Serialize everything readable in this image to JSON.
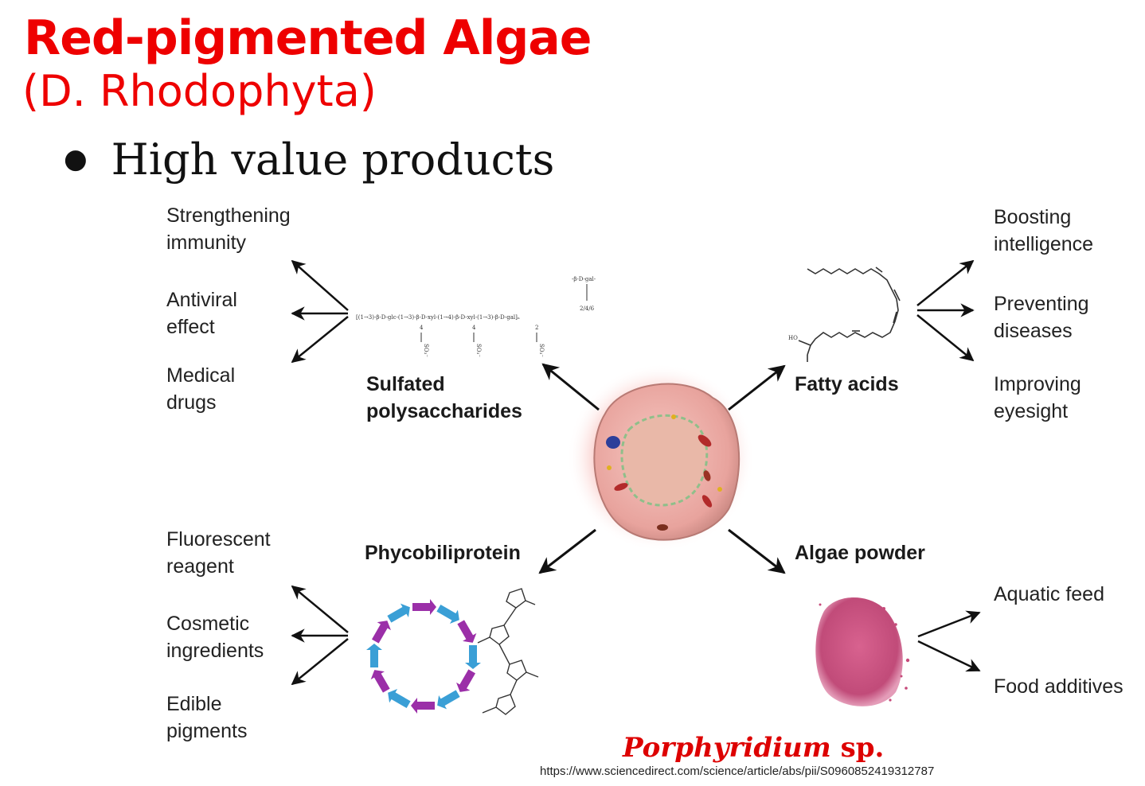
{
  "slide": {
    "title": "Red-pigmented Algae",
    "subtitle": "(D. Rhodophyta)",
    "bullet": "High value products",
    "species_name": "Porphyridium",
    "species_suffix": "sp.",
    "source_url": "https://www.sciencedirect.com/science/article/abs/pii/S0960852419312787"
  },
  "diagram": {
    "categories": {
      "sulfated": "Sulfated\npolysaccharides",
      "fatty": "Fatty acids",
      "phyco": "Phycobiliprotein",
      "powder": "Algae powder"
    },
    "sulfated_uses": [
      "Strengthening\nimmunity",
      "Antiviral\neffect",
      "Medical\ndrugs"
    ],
    "fatty_uses": [
      "Boosting\nintelligence",
      "Preventing\ndiseases",
      "Improving\neyesight"
    ],
    "phyco_uses": [
      "Fluorescent\nreagent",
      "Cosmetic\ningredients",
      "Edible\npigments"
    ],
    "powder_uses": [
      "Aquatic feed",
      "Food additives"
    ],
    "chem_text": {
      "gal": "-β-D-gal-",
      "linkage": "2/4/6",
      "chain": "[(1→3)-β-D-glc-(1→3)-β-D-xyl-(1→4)-β-D-xyl-(1→3)-β-D-gal]ₙ",
      "pos4": "4",
      "pos2": "2",
      "so3": "SO₃⁻",
      "ho": "HO"
    },
    "colors": {
      "title": "#ee0000",
      "species": "#dd0000",
      "cell": "#f2b3ad",
      "powder": "#c64a7a",
      "phyco_blue": "#3a9fd6",
      "phyco_purple": "#9b2fa8"
    }
  }
}
